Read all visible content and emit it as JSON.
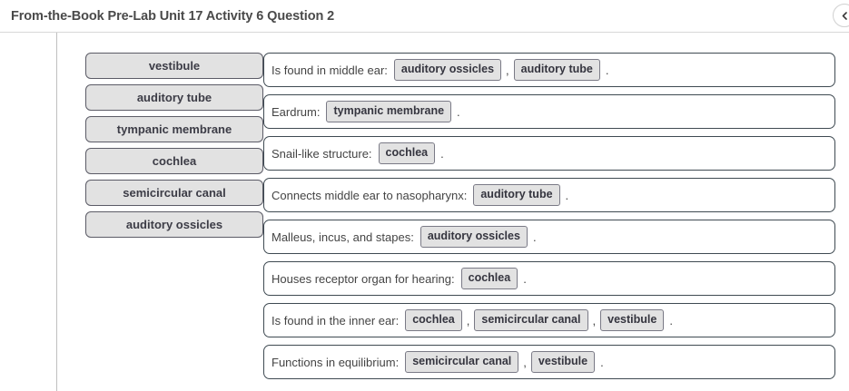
{
  "header": {
    "title": "From-the-Book Pre-Lab Unit 17 Activity 6 Question 2",
    "back_button_icon": "chevron-left-icon"
  },
  "wordbank": {
    "items": [
      {
        "label": "vestibule"
      },
      {
        "label": "auditory tube"
      },
      {
        "label": "tympanic membrane"
      },
      {
        "label": "cochlea"
      },
      {
        "label": "semicircular canal"
      },
      {
        "label": "auditory ossicles"
      }
    ]
  },
  "answers": {
    "separator": ",",
    "terminator": ".",
    "rows": [
      {
        "prompt": "Is found in middle ear:",
        "chips": [
          "auditory ossicles",
          "auditory tube"
        ]
      },
      {
        "prompt": "Eardrum:",
        "chips": [
          "tympanic membrane"
        ]
      },
      {
        "prompt": "Snail-like structure:",
        "chips": [
          "cochlea"
        ]
      },
      {
        "prompt": "Connects middle ear to nasopharynx:",
        "chips": [
          "auditory tube"
        ]
      },
      {
        "prompt": "Malleus, incus, and stapes:",
        "chips": [
          "auditory ossicles"
        ]
      },
      {
        "prompt": "Houses receptor organ for hearing:",
        "chips": [
          "cochlea"
        ]
      },
      {
        "prompt": "Is found in the inner ear:",
        "chips": [
          "cochlea",
          "semicircular canal",
          "vestibule"
        ]
      },
      {
        "prompt": "Functions in equilibrium:",
        "chips": [
          "semicircular canal",
          "vestibule"
        ]
      }
    ]
  },
  "colors": {
    "chip_fill": "#e2e2e2",
    "chip_border": "#5b5b66",
    "row_border": "#3f4a52",
    "text": "#3b3b3b"
  }
}
